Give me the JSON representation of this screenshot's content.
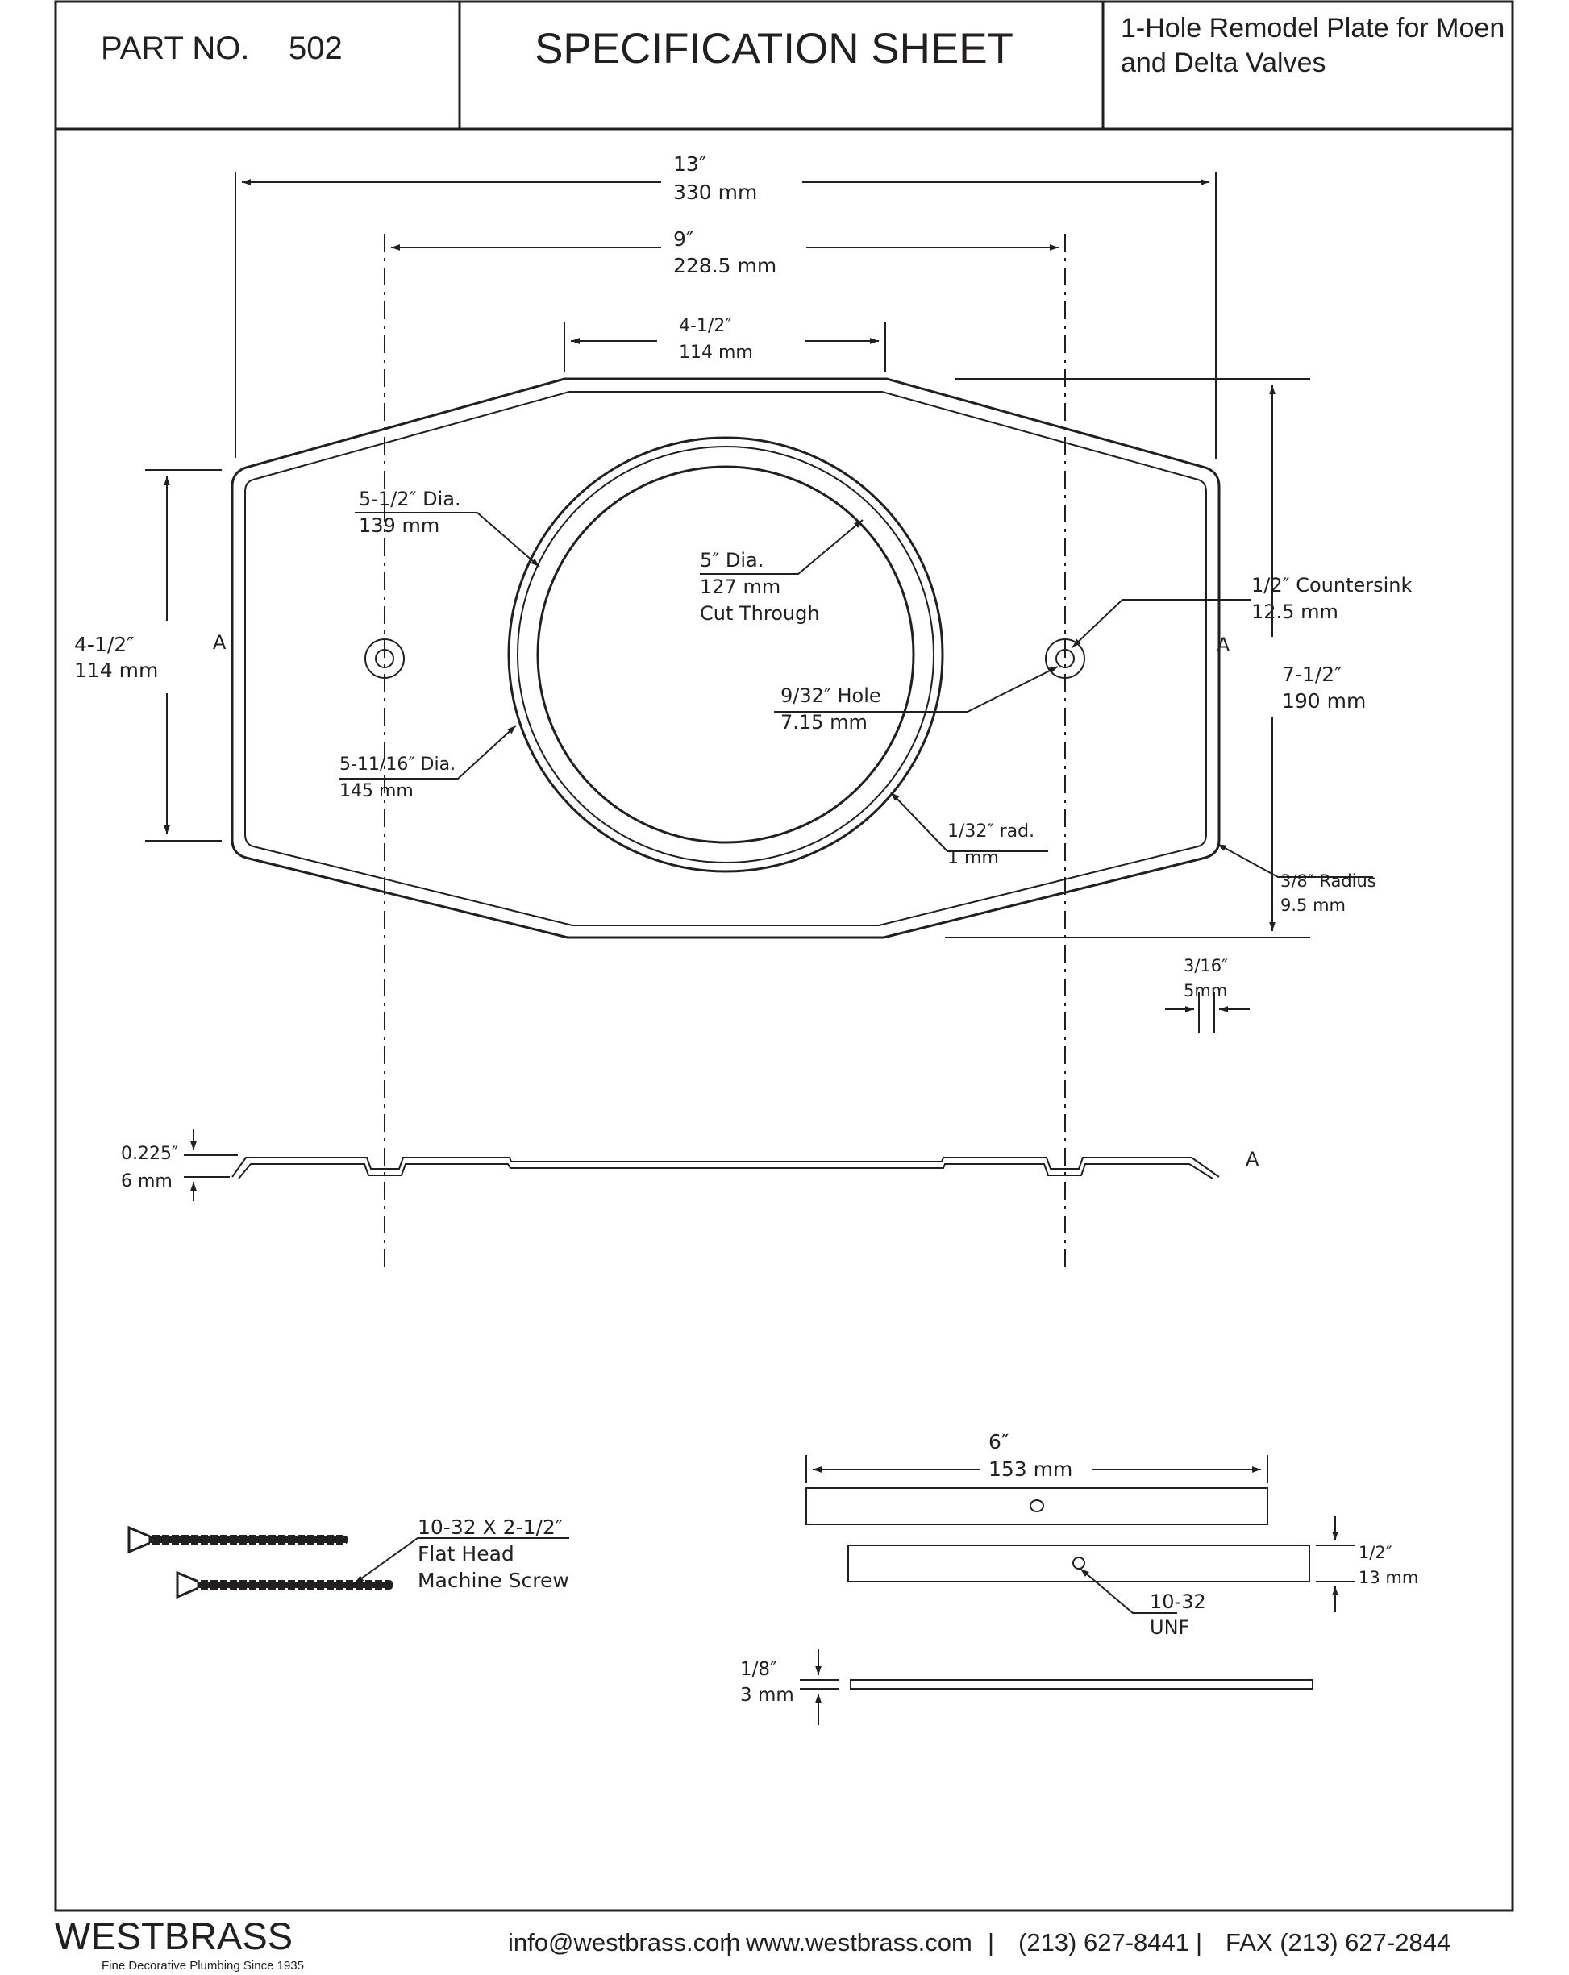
{
  "header": {
    "part_label": "PART NO.",
    "part_number": "502",
    "title": "SPECIFICATION SHEET",
    "description_line1": "1-Hole Remodel Plate for Moen",
    "description_line2": "and Delta Valves"
  },
  "dims": {
    "overall_width_in": "13″",
    "overall_width_mm": "330 mm",
    "hole_spacing_in": "9″",
    "hole_spacing_mm": "228.5 mm",
    "top_edge_in": "4-1/2″",
    "top_edge_mm": "114 mm",
    "side_height_in": "4-1/2″",
    "side_height_mm": "114 mm",
    "overall_height_in": "7-1/2″",
    "overall_height_mm": "190 mm",
    "inner_ring_dia": "5-1/2″ Dia.",
    "inner_ring_mm": "139 mm",
    "cut_dia": "5″ Dia.",
    "cut_mm": "127 mm",
    "cut_note": "Cut Through",
    "countersink": "1/2″ Countersink",
    "countersink_mm": "12.5 mm",
    "hole": "9/32″ Hole",
    "hole_mm": "7.15 mm",
    "outer_ring_dia": "5-11/16″ Dia.",
    "outer_ring_mm": "145 mm",
    "edge_rad": "1/32″ rad.",
    "edge_rad_mm": "1 mm",
    "corner_radius": "3/8″ Radius",
    "corner_radius_mm": "9.5 mm",
    "rim_width": "3/16″",
    "rim_width_mm": "5mm",
    "section_label": "A",
    "profile_height": "0.225″",
    "profile_height_mm": "6 mm"
  },
  "screw": {
    "spec": "10-32 X 2-1/2″",
    "type_line1": "Flat Head",
    "type_line2": "Machine Screw"
  },
  "bracket": {
    "length_in": "6″",
    "length_mm": "153 mm",
    "height_in": "1/2″",
    "height_mm": "13 mm",
    "thread_line1": "10-32",
    "thread_line2": "UNF",
    "thickness_in": "1/8″",
    "thickness_mm": "3 mm"
  },
  "footer": {
    "brand": "WESTBRASS",
    "tagline": "Fine Decorative Plumbing Since 1935",
    "email": "info@westbrass.com",
    "sep1": "|",
    "website": "www.westbrass.com",
    "sep2": "|",
    "phone": "(213) 627-8441",
    "sep3": "|",
    "fax": "FAX (213) 627-2844"
  }
}
